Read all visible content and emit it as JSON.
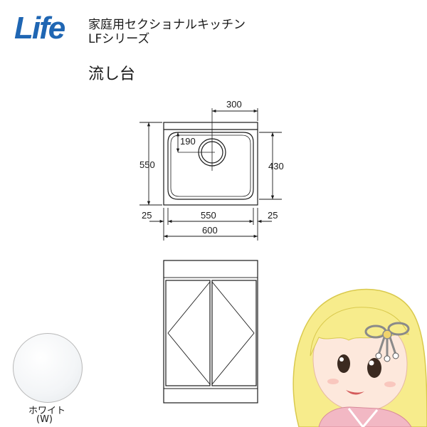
{
  "brand": {
    "logo_text": "Life",
    "color": "#1f66b3"
  },
  "header": {
    "series_line1": "家庭用セクショナルキッチン",
    "series_line2": "LFシリーズ",
    "product_name": "流し台"
  },
  "plan_view": {
    "dim_bowl_center_width": "300",
    "dim_drain_offset": "190",
    "dim_total_depth": "550",
    "dim_bowl_depth": "430",
    "dim_left_margin": "25",
    "dim_inner_width": "550",
    "dim_right_margin": "25",
    "dim_total_width": "600"
  },
  "swatch": {
    "name": "ホワイト",
    "code": "(W)",
    "color": "#f3f5f7"
  },
  "mascot": {
    "hair_color": "#f7ec8c",
    "kimono_color": "#f2b8c4"
  }
}
